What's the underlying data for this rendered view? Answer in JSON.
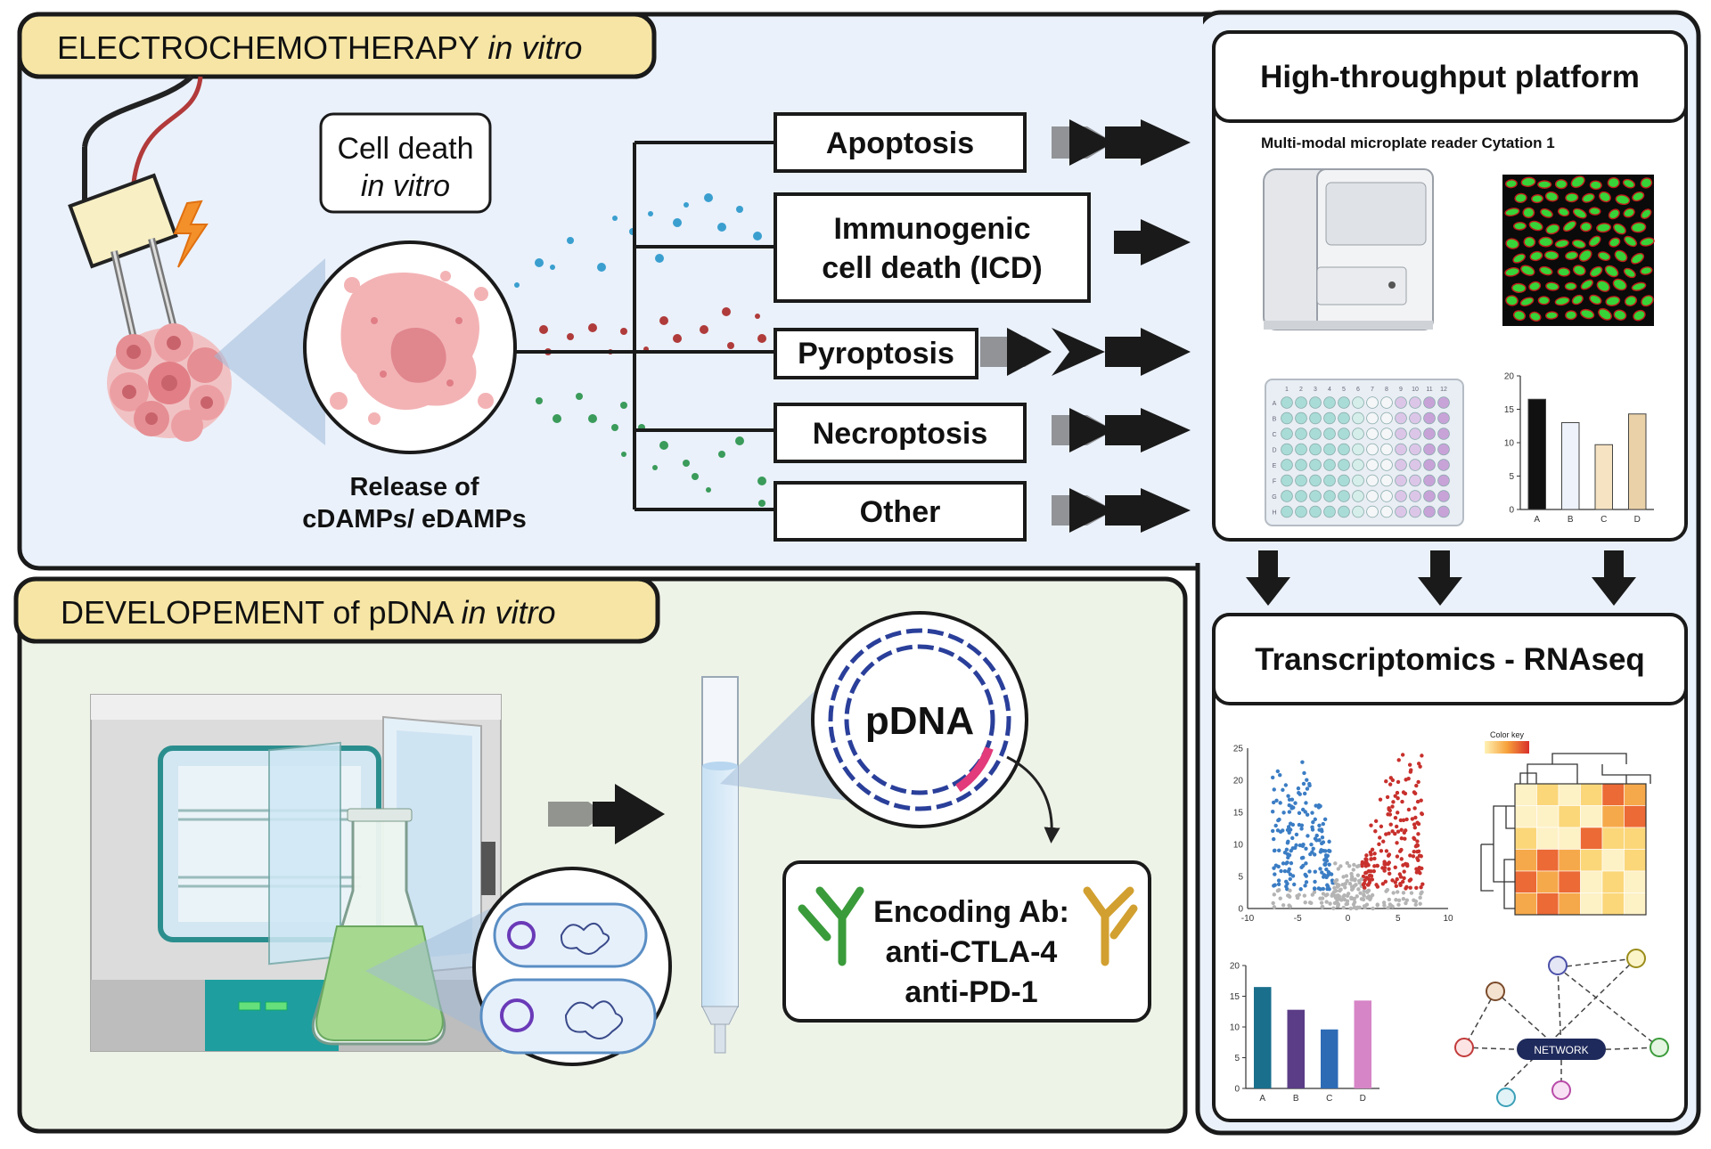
{
  "section_top": {
    "title_main": "ELECTROCHEMOTHERAPY ",
    "title_italic": "in vitro",
    "cell_death_line1": "Cell death",
    "cell_death_line2": "in vitro",
    "release_line1": "Release of",
    "release_line2": "cDAMPs/ eDAMPs",
    "pathways": [
      "Apoptosis",
      "Immunogenic",
      "cell death (ICD)",
      "Pyroptosis",
      "Necroptosis",
      "Other"
    ]
  },
  "section_bottom": {
    "title_main": "DEVELOPEMENT of pDNA ",
    "title_italic": "in vitro",
    "plasmid_label": "pDNA",
    "encoding_line1": "Encoding Ab:",
    "encoding_line2": "anti-CTLA-4",
    "encoding_line3": "anti-PD-1"
  },
  "platform": {
    "title": "High-throughput platform",
    "reader_label": "Multi-modal microplate reader Cytation 1",
    "plate_cols": [
      "1",
      "2",
      "3",
      "4",
      "5",
      "6",
      "7",
      "8",
      "9",
      "10",
      "11",
      "12"
    ],
    "plate_rows": [
      "A",
      "B",
      "C",
      "D",
      "E",
      "F",
      "G",
      "H"
    ]
  },
  "transcriptomics": {
    "title": "Transcriptomics - RNAseq",
    "color_key": "Color key",
    "network_label": "NETWORK"
  },
  "chart_data": [
    {
      "type": "bar",
      "categories": [
        "A",
        "B",
        "C",
        "D"
      ],
      "values": [
        16.5,
        13,
        9.7,
        14.3
      ],
      "yticks": [
        "0",
        "5",
        "10",
        "15",
        "20"
      ],
      "ylim": [
        0,
        20
      ],
      "colors": [
        "#111111",
        "#eef2fb",
        "#f6e3c2",
        "#ead1a8"
      ]
    },
    {
      "type": "scatter",
      "xticks": [
        "-10",
        "-5",
        "0",
        "5",
        "10"
      ],
      "yticks": [
        "0",
        "5",
        "10",
        "15",
        "20",
        "25"
      ],
      "xlim": [
        -10,
        10
      ],
      "ylim": [
        0,
        25
      ],
      "colors": {
        "down": "#3b7dc4",
        "up": "#c8302c",
        "ns": "#b4b4b4"
      }
    },
    {
      "type": "heatmap",
      "colors": [
        "#fdf1c6",
        "#fbd77a",
        "#f6a94a",
        "#ec6a35"
      ]
    },
    {
      "type": "bar",
      "categories": [
        "A",
        "B",
        "C",
        "D"
      ],
      "values": [
        16.5,
        12.8,
        9.6,
        14.3
      ],
      "yticks": [
        "0",
        "5",
        "10",
        "15",
        "20"
      ],
      "ylim": [
        0,
        20
      ],
      "colors": [
        "#1a6f8c",
        "#5a3d86",
        "#2d6bb5",
        "#d685c6"
      ]
    }
  ]
}
